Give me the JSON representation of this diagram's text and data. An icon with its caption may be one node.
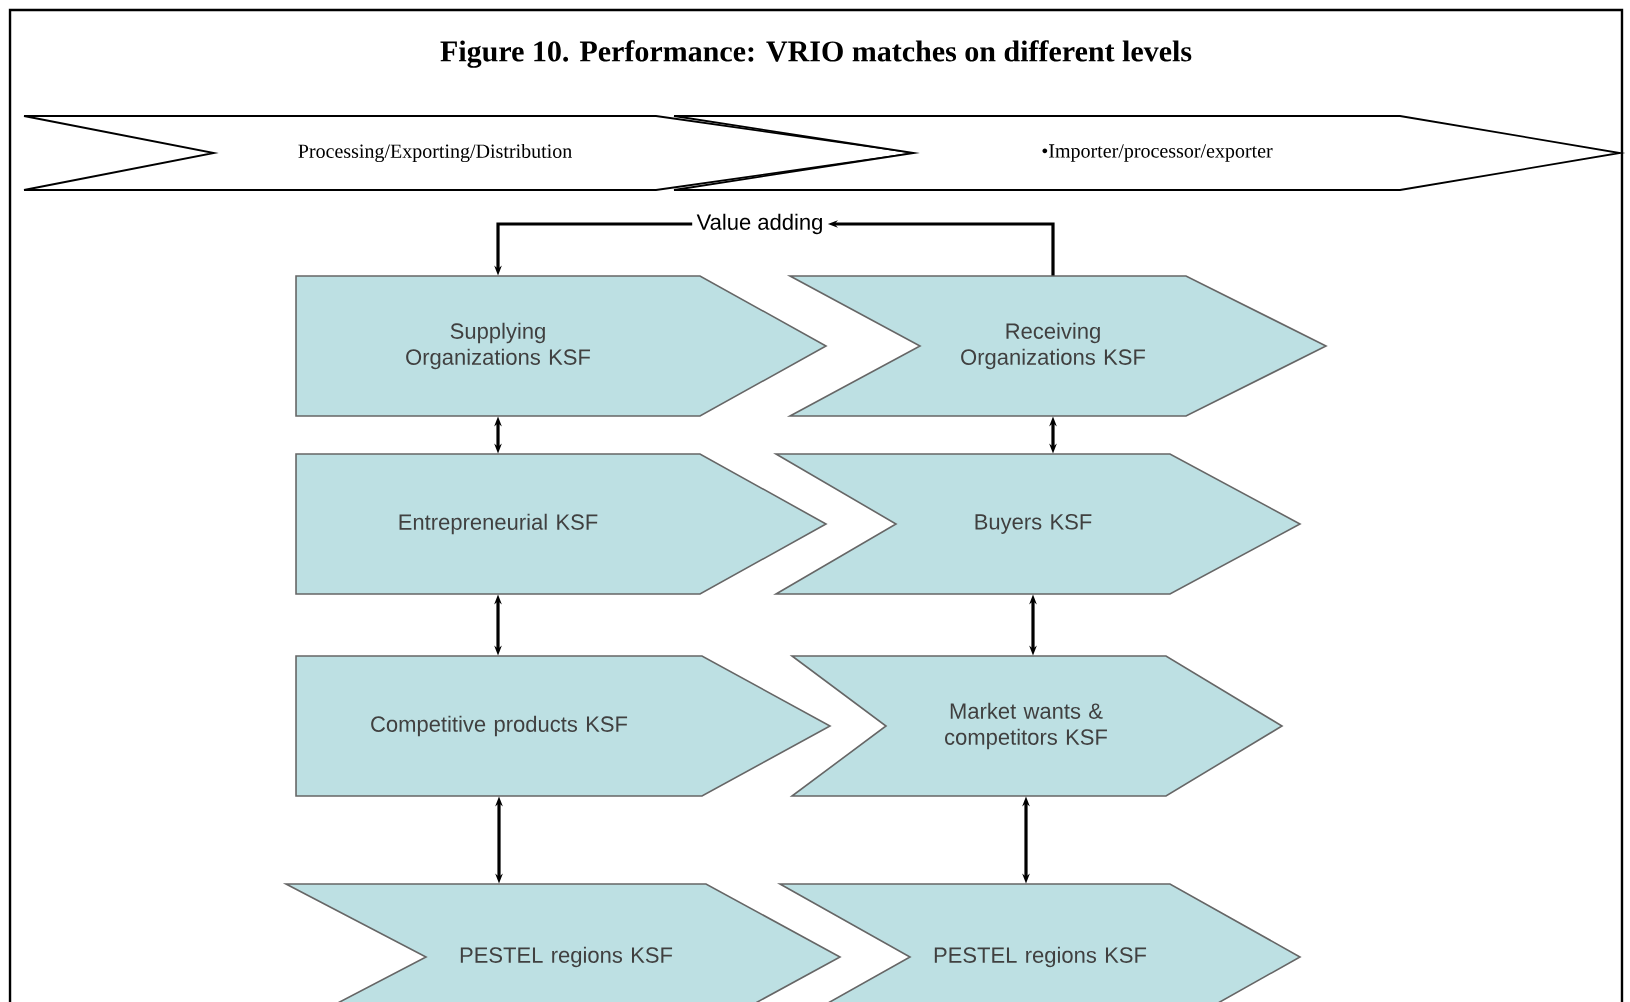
{
  "diagram": {
    "title": "Figure 10. Performance: VRIO matches on different levels",
    "nodes": [
      {
        "text": [
          "Processing/Exporting/Distribution"
        ]
      },
      {
        "text": [
          "•Importer/processor/exporter"
        ]
      },
      {
        "text": [
          "Value adding"
        ]
      },
      {
        "text": [
          "Supplying Organizations KSF"
        ]
      },
      {
        "text": [
          "Receiving Organizations KSF"
        ]
      },
      {
        "text": [
          "Entrepreneurial KSF"
        ]
      },
      {
        "text": [
          "Buyers KSF"
        ]
      },
      {
        "text": [
          "Competitive products KSF"
        ]
      },
      {
        "text": [
          "Market wants & competitors KSF"
        ]
      },
      {
        "text": [
          "PESTEL regions KSF"
        ]
      },
      {
        "text": [
          "PESTEL regions KSF"
        ]
      }
    ],
    "edges": [
      {
        "from": 2,
        "to": 3,
        "arrow": "to"
      },
      {
        "from": 4,
        "to": 2,
        "arrow": "to"
      },
      {
        "from": 3,
        "to": 5,
        "arrow": "both"
      },
      {
        "from": 4,
        "to": 6,
        "arrow": "both"
      },
      {
        "from": 5,
        "to": 7,
        "arrow": "both"
      },
      {
        "from": 6,
        "to": 8,
        "arrow": "both"
      },
      {
        "from": 7,
        "to": 9,
        "arrow": "both"
      },
      {
        "from": 8,
        "to": 10,
        "arrow": "both"
      }
    ]
  }
}
